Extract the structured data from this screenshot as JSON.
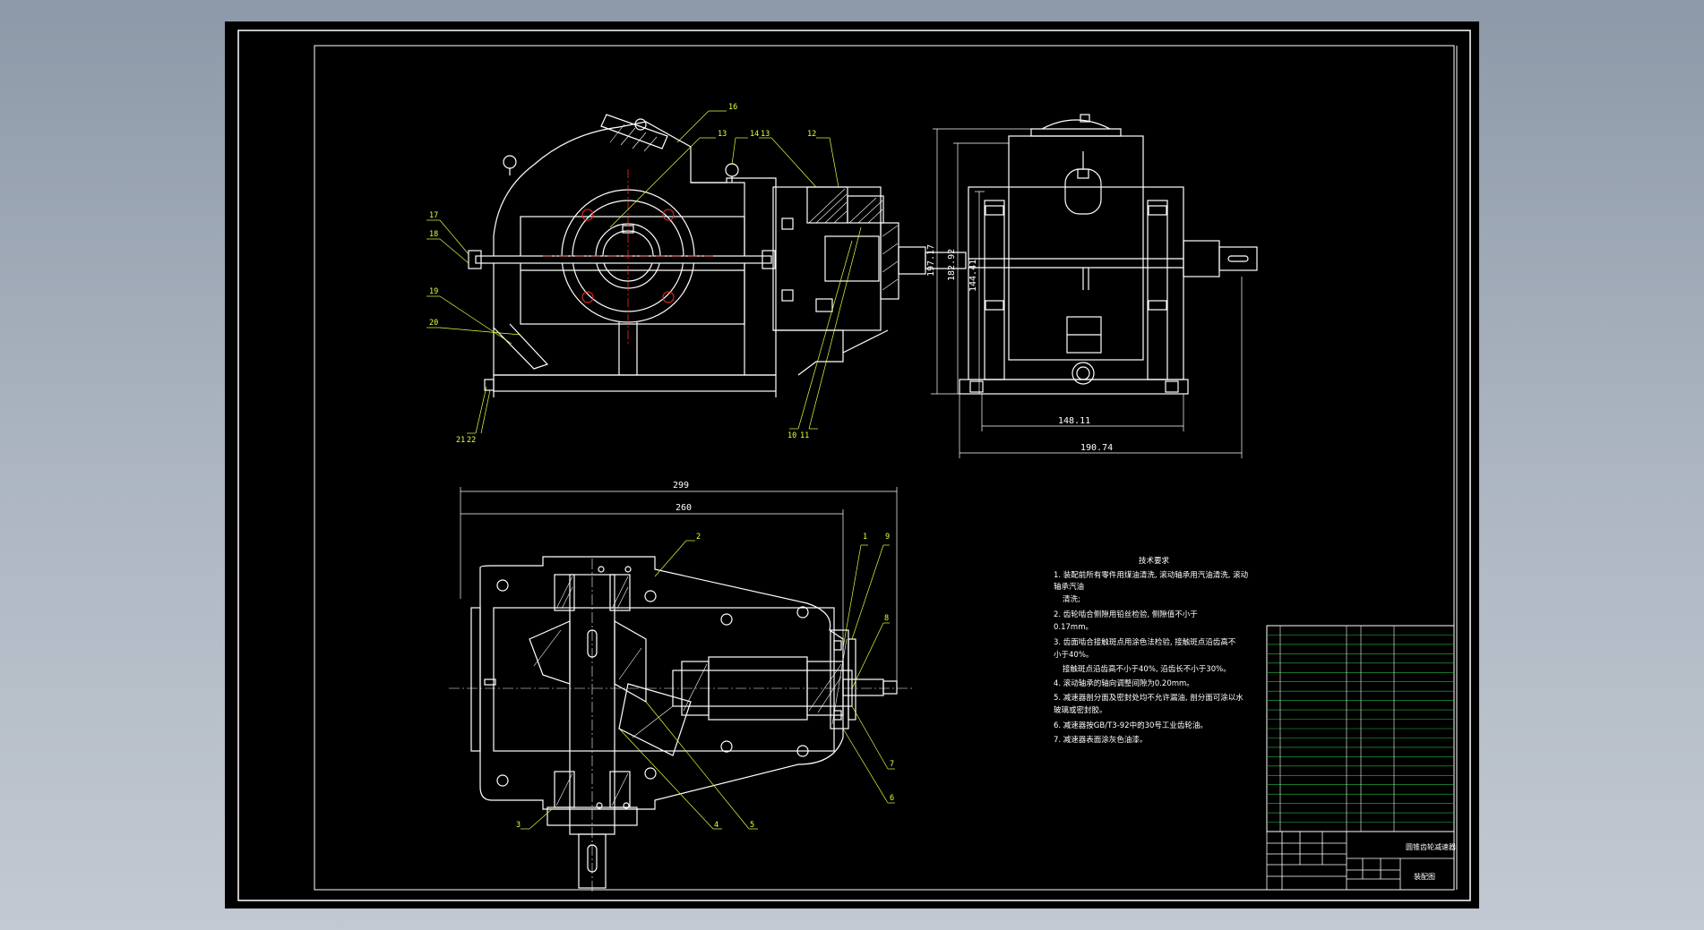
{
  "colors": {
    "background": "#000000",
    "outline": "#ffffff",
    "leader": "#e6ff3c",
    "centerline": "#ff2a2a",
    "table_grid": "#1fbf3f",
    "frame_outer": "#ffffff"
  },
  "front_view": {
    "balloons": [
      "16",
      "13",
      "14",
      "13",
      "12",
      "17",
      "18",
      "19",
      "20",
      "21",
      "22",
      "10",
      "11"
    ]
  },
  "side_view": {
    "dims": {
      "d1": "197.17",
      "d2": "182.92",
      "d3": "144.41",
      "d4": "148.11",
      "d5": "190.74"
    }
  },
  "top_view": {
    "dims": {
      "d1": "299",
      "d2": "260"
    },
    "balloons": [
      "2",
      "1",
      "9",
      "8",
      "7",
      "6",
      "3",
      "4",
      "5"
    ]
  },
  "tech_req": {
    "title": "技术要求",
    "lines": [
      "1. 装配前所有零件用煤油清洗, 滚动轴承用汽油清洗, 滚动",
      "轴承汽油",
      "清洗;",
      "2. 齿轮啮合侧隙用铅丝检验, 侧隙值不小于",
      "0.17mm。",
      "3. 齿面啮合接触斑点用涂色法检验, 接触斑点沿齿高不",
      "小于40%。",
      "接触斑点沿齿高不小于40%, 沿齿长不小于30%。",
      "4. 滚动轴承的轴向调整间隙为0.20mm。",
      "5. 减速器剖分面及密封处均不允许漏油, 剖分面可涂以水",
      "玻璃或密封胶。",
      "6. 减速器按GB/T3-92中的30号工业齿轮油。",
      "7. 减速器表面涂灰色油漆。"
    ]
  },
  "title_block": {
    "title": "圆锥齿轮减速器",
    "drawing_name": "装配图"
  }
}
